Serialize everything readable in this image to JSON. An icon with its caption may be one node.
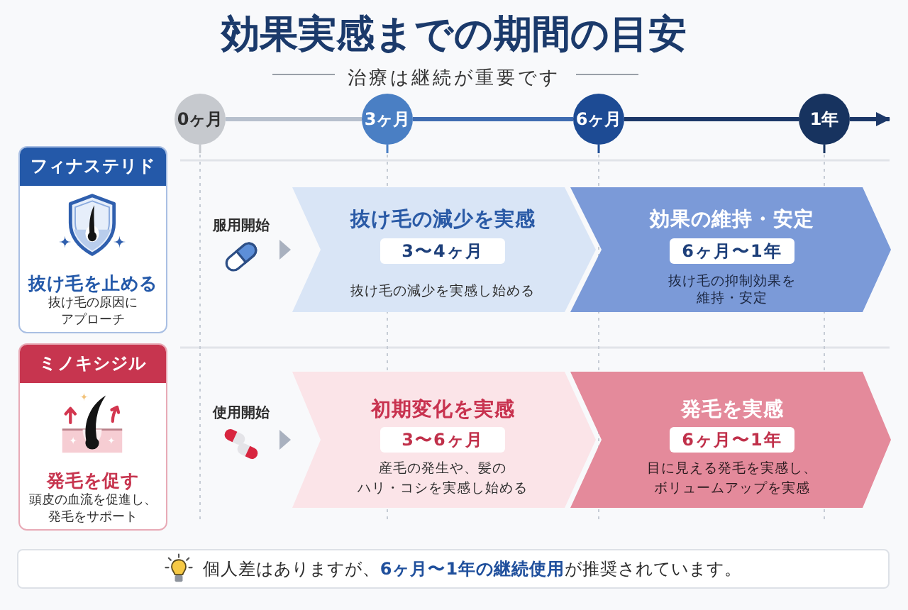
{
  "diagram": {
    "title": "効果実感までの期間の目安",
    "nodes": [
      {
        "text": [
          "0ヶ月"
        ]
      },
      {
        "text": [
          "3ヶ月"
        ]
      },
      {
        "text": [
          "6ヶ月"
        ]
      },
      {
        "text": [
          "1年"
        ]
      },
      {
        "text": [
          "フィナステリド",
          "抜け毛を止める",
          "抜け毛の原因にアプローチ"
        ]
      },
      {
        "text": [
          "服用開始"
        ]
      },
      {
        "text": [
          "抜け毛の減少を実感",
          "抜け毛の減少を実感し始める"
        ]
      },
      {
        "text": [
          "3〜4ヶ月"
        ],
        "in": 6
      },
      {
        "text": [
          "効果の維持・安定",
          "抜け毛の抑制効果を維持・安定"
        ]
      },
      {
        "text": [
          "6ヶ月〜1年"
        ],
        "in": 8
      },
      {
        "text": [
          "ミノキシジル",
          "発毛を促す",
          "頭皮の血流を促進し、発毛をサポート"
        ]
      },
      {
        "text": [
          "使用開始"
        ]
      },
      {
        "text": [
          "初期変化を実感",
          "産毛の発生や、髪のハリ・コシを実感し始める"
        ]
      },
      {
        "text": [
          "3〜6ヶ月"
        ],
        "in": 12
      },
      {
        "text": [
          "発毛を実感",
          "目に見える発毛を実感し、ボリュームアップを実感"
        ]
      },
      {
        "text": [
          "6ヶ月〜1年"
        ],
        "in": 14
      },
      {
        "text": [
          "個人差はありますが、**6ヶ月〜1年の継続使用**が推奨されています。"
        ]
      }
    ],
    "edges": [
      {
        "from": 0,
        "to": 1,
        "arrow": "none",
        "color": "#b7c0cd"
      },
      {
        "from": 1,
        "to": 2,
        "arrow": "none",
        "color": "#3f6cb1"
      },
      {
        "from": 2,
        "to": 3,
        "arrow": "none"
      },
      {
        "from": 3,
        "to": null,
        "arrow": "to"
      },
      {
        "from": 5,
        "to": 6,
        "arrow": "to",
        "color": "#a9b1bf"
      },
      {
        "from": 11,
        "to": 12,
        "arrow": "to",
        "color": "#a9b1bf"
      }
    ],
    "labels": [
      "治療は継続が重要です"
    ]
  }
}
